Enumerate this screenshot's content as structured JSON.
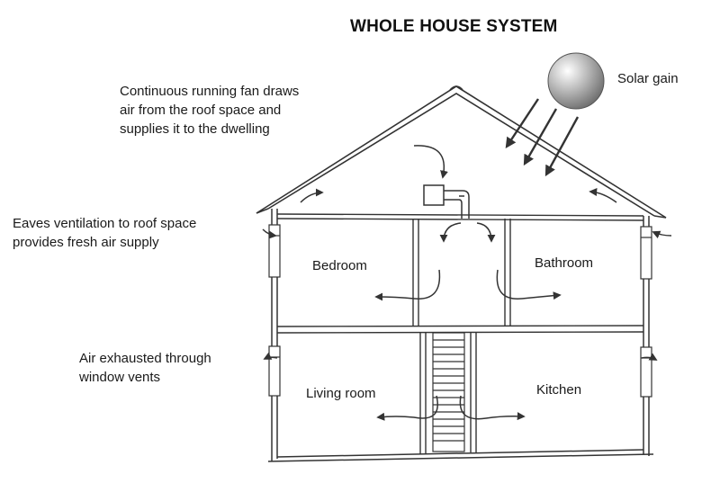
{
  "title": "WHOLE HOUSE SYSTEM",
  "annotations": {
    "solar": "Solar gain",
    "fan": [
      "Continuous running fan draws",
      "air from the roof space and",
      "supplies it to the dwelling"
    ],
    "eaves": [
      "Eaves ventilation to roof space",
      "provides fresh air supply"
    ],
    "exhaust": [
      "Air exhausted through",
      "window vents"
    ]
  },
  "rooms": {
    "bedroom": "Bedroom",
    "bathroom": "Bathroom",
    "living_room": "Living room",
    "kitchen": "Kitchen"
  }
}
